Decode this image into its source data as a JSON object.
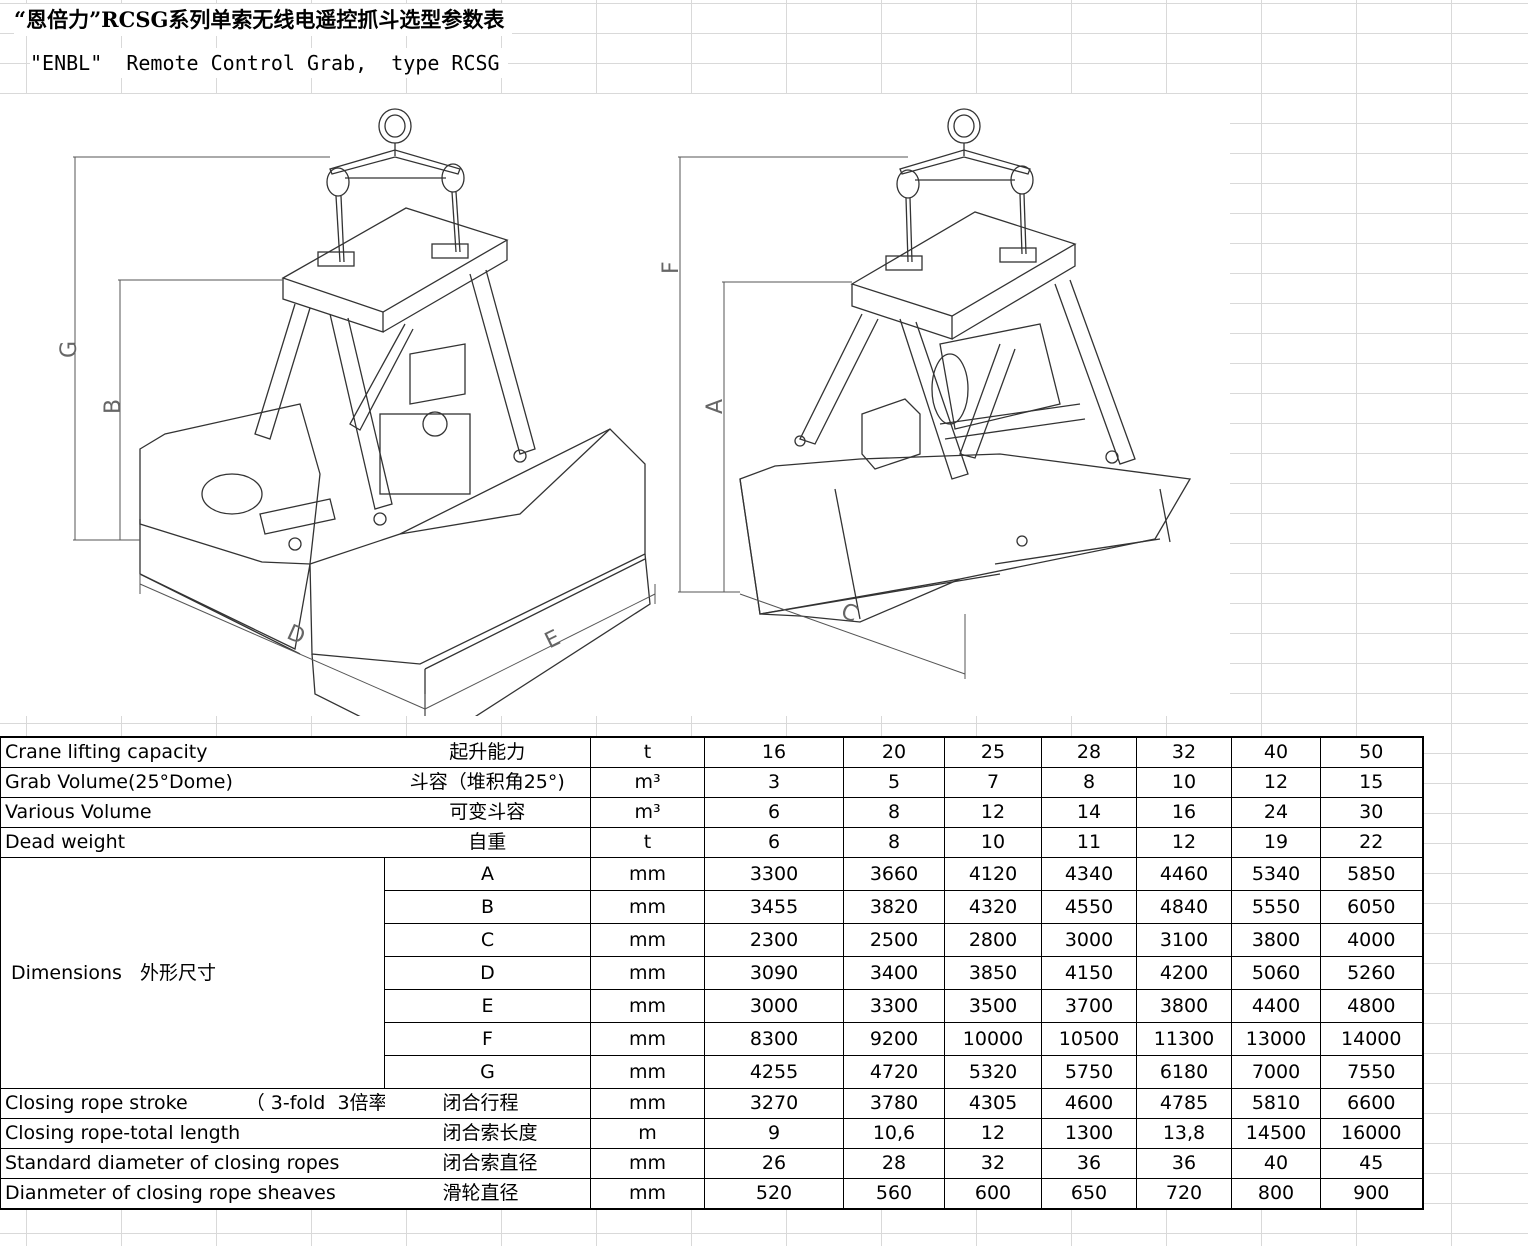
{
  "title_cn": "“恩倍力”RCSG系列单索无线电遥控抓斗选型参数表",
  "title_en": "\"ENBL\"  Remote Control Grab,  type RCSG",
  "drawing": {
    "labels": [
      "G",
      "B",
      "D",
      "E",
      "F",
      "A",
      "C"
    ]
  },
  "table": {
    "rows": [
      {
        "en": "Crane lifting capacity",
        "cn": "起升能力",
        "unit": "t",
        "values": [
          "16",
          "20",
          "25",
          "28",
          "32",
          "40",
          "50"
        ]
      },
      {
        "en": "Grab Volume(25°Dome)",
        "cn": "斗容（堆积角25°)",
        "unit": "m³",
        "values": [
          "3",
          "5",
          "7",
          "8",
          "10",
          "12",
          "15"
        ]
      },
      {
        "en": "Various Volume",
        "cn": "可变斗容",
        "unit": "m³",
        "values": [
          "6",
          "8",
          "12",
          "14",
          "16",
          "24",
          "30"
        ]
      },
      {
        "en": "Dead weight",
        "cn": "自重",
        "unit": "t",
        "values": [
          "6",
          "8",
          "10",
          "11",
          "12",
          "19",
          "22"
        ]
      }
    ],
    "dimensions_label": "Dimensions   外形尺寸",
    "dimensions": [
      {
        "key": "A",
        "unit": "mm",
        "values": [
          "3300",
          "3660",
          "4120",
          "4340",
          "4460",
          "5340",
          "5850"
        ]
      },
      {
        "key": "B",
        "unit": "mm",
        "values": [
          "3455",
          "3820",
          "4320",
          "4550",
          "4840",
          "5550",
          "6050"
        ]
      },
      {
        "key": "C",
        "unit": "mm",
        "values": [
          "2300",
          "2500",
          "2800",
          "3000",
          "3100",
          "3800",
          "4000"
        ]
      },
      {
        "key": "D",
        "unit": "mm",
        "values": [
          "3090",
          "3400",
          "3850",
          "4150",
          "4200",
          "5060",
          "5260"
        ]
      },
      {
        "key": "E",
        "unit": "mm",
        "values": [
          "3000",
          "3300",
          "3500",
          "3700",
          "3800",
          "4400",
          "4800"
        ]
      },
      {
        "key": "F",
        "unit": "mm",
        "values": [
          "8300",
          "9200",
          "10000",
          "10500",
          "11300",
          "13000",
          "14000"
        ]
      },
      {
        "key": "G",
        "unit": "mm",
        "values": [
          "4255",
          "4720",
          "5320",
          "5750",
          "6180",
          "7000",
          "7550"
        ]
      }
    ],
    "rope_stroke": {
      "en": "Closing rope stroke",
      "note": "（ 3-fold  3倍率 ）",
      "cn": "闭合行程",
      "unit": "mm",
      "values": [
        "3270",
        "3780",
        "4305",
        "4600",
        "4785",
        "5810",
        "6600"
      ]
    },
    "rows2": [
      {
        "en": "Closing rope-total length",
        "cn": "闭合索长度",
        "unit": "m",
        "values": [
          "9",
          "10,6",
          "12",
          "1300",
          "13,8",
          "14500",
          "16000"
        ]
      },
      {
        "en": "Standard diameter of closing ropes",
        "cn": "闭合索直径",
        "unit": "mm",
        "values": [
          "26",
          "28",
          "32",
          "36",
          "36",
          "40",
          "45"
        ]
      },
      {
        "en": "Dianmeter of closing rope sheaves",
        "cn": "滑轮直径",
        "unit": "mm",
        "values": [
          "520",
          "560",
          "600",
          "650",
          "720",
          "800",
          "900"
        ]
      }
    ]
  }
}
